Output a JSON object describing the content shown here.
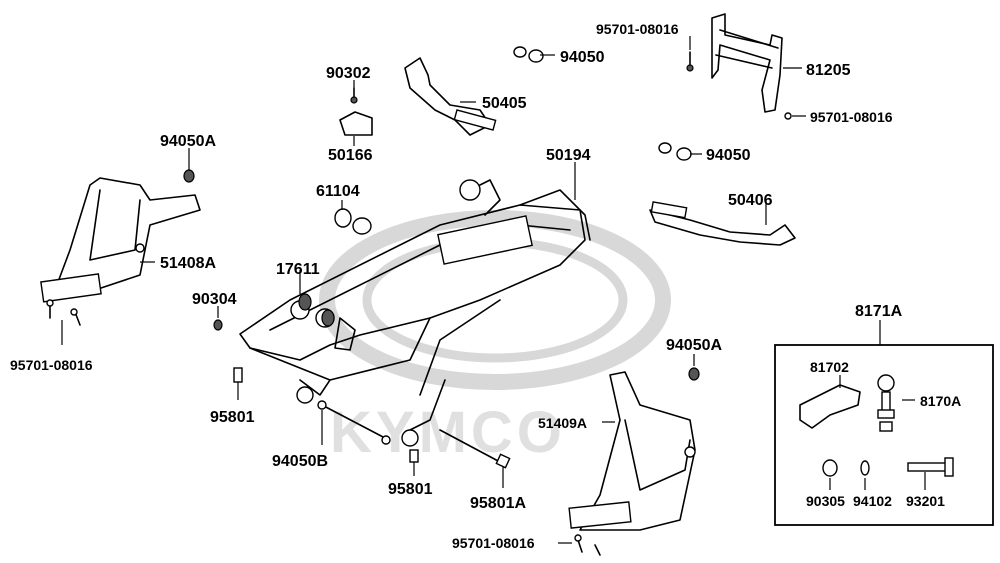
{
  "watermark": {
    "text": "KYMCO"
  },
  "parts": [
    {
      "id": "p1",
      "label": "95701-08016"
    },
    {
      "id": "p2",
      "label": "94050"
    },
    {
      "id": "p3",
      "label": "90302"
    },
    {
      "id": "p4",
      "label": "81205"
    },
    {
      "id": "p5",
      "label": "50405"
    },
    {
      "id": "p6",
      "label": "95701-08016"
    },
    {
      "id": "p7",
      "label": "94050A"
    },
    {
      "id": "p8",
      "label": "50166"
    },
    {
      "id": "p9",
      "label": "94050"
    },
    {
      "id": "p10",
      "label": "50194"
    },
    {
      "id": "p11",
      "label": "61104"
    },
    {
      "id": "p12",
      "label": "50406"
    },
    {
      "id": "p13",
      "label": "17611"
    },
    {
      "id": "p14",
      "label": "51408A"
    },
    {
      "id": "p15",
      "label": "90304"
    },
    {
      "id": "p16",
      "label": "8171A"
    },
    {
      "id": "p17",
      "label": "95701-08016"
    },
    {
      "id": "p18",
      "label": "94050A"
    },
    {
      "id": "p19",
      "label": "81702"
    },
    {
      "id": "p20",
      "label": "8170A"
    },
    {
      "id": "p21",
      "label": "95801"
    },
    {
      "id": "p22",
      "label": "51409A"
    },
    {
      "id": "p23",
      "label": "94050B"
    },
    {
      "id": "p24",
      "label": "95801"
    },
    {
      "id": "p25",
      "label": "95801A"
    },
    {
      "id": "p26",
      "label": "90305"
    },
    {
      "id": "p27",
      "label": "94102"
    },
    {
      "id": "p28",
      "label": "93201"
    },
    {
      "id": "p29",
      "label": "95701-08016"
    }
  ]
}
